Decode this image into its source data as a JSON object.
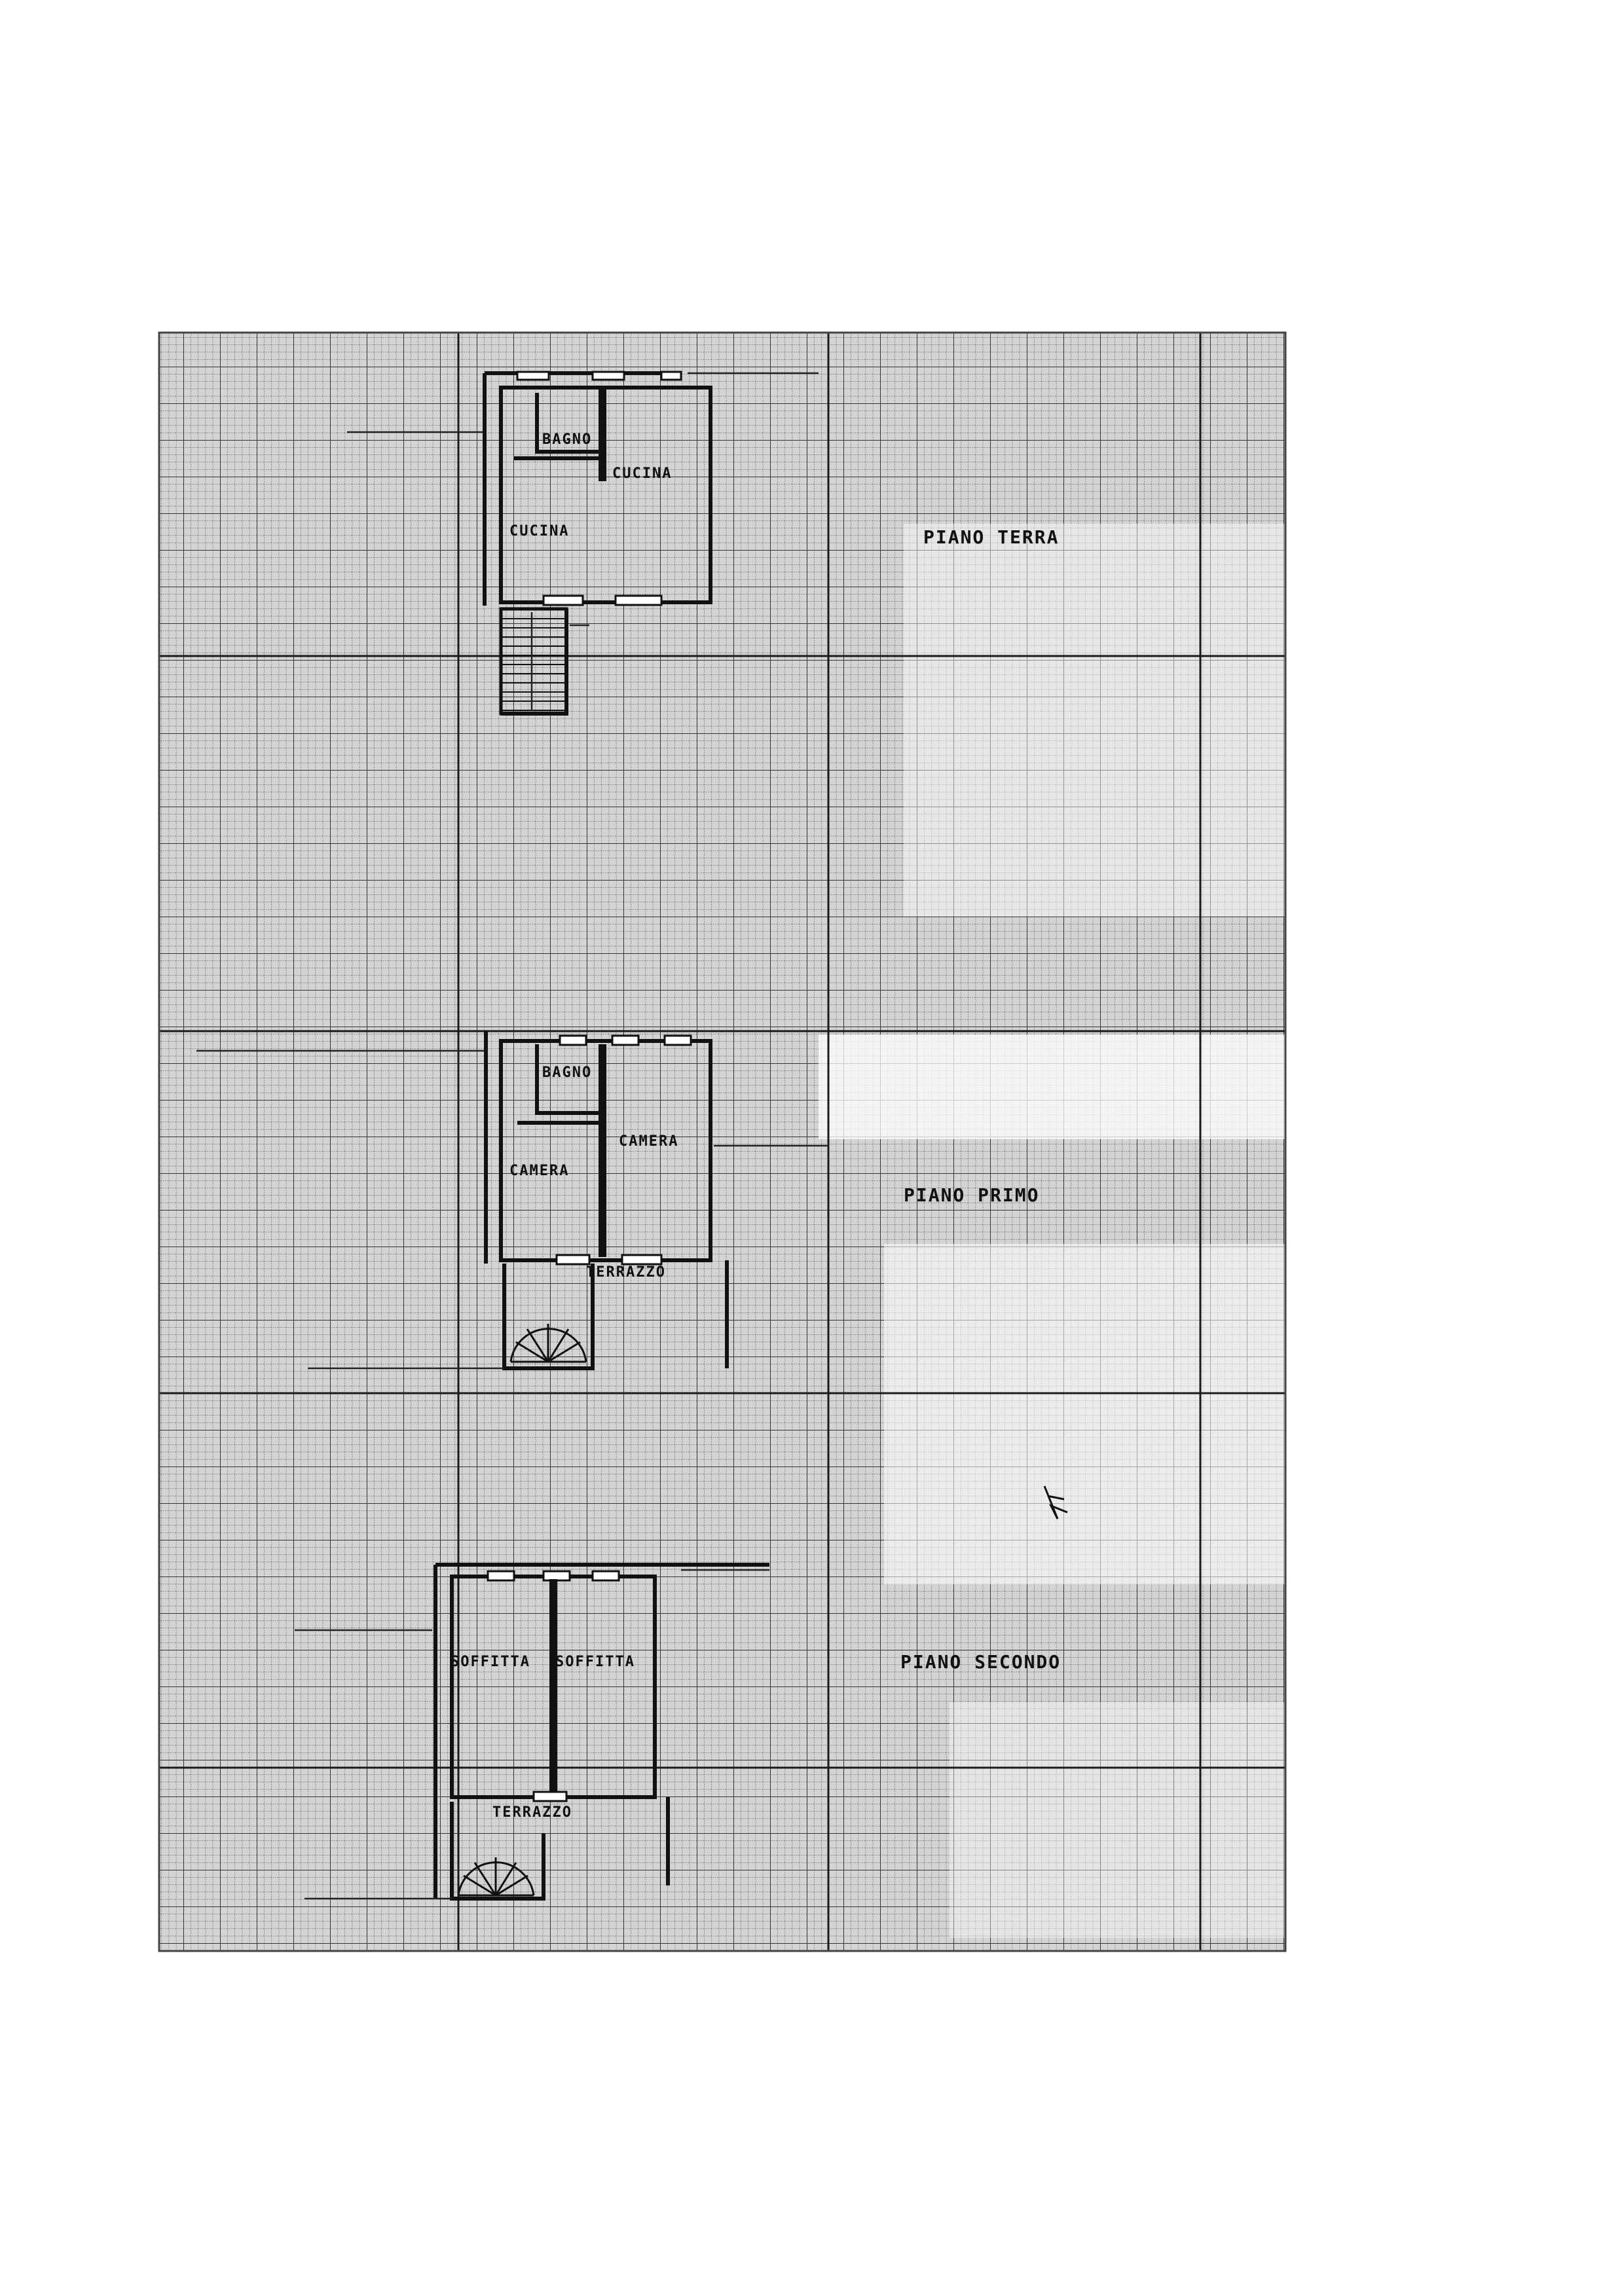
{
  "colors": {
    "background": "#ffffff",
    "grid_fill": "#d2d2d2",
    "grid_minor": "#555555",
    "grid_major": "#1a1a1a",
    "ink": "#111111"
  },
  "floors": {
    "ground": {
      "label": "PIANO TERRA",
      "rooms": [
        "BAGNO",
        "CUCINA",
        "CUCINA"
      ]
    },
    "first": {
      "label": "PIANO PRIMO",
      "rooms": [
        "BAGNO",
        "CAMERA",
        "CAMERA",
        "TERRAZZO"
      ]
    },
    "second": {
      "label": "PIANO SECONDO",
      "rooms": [
        "SOFFITTA",
        "SOFFITTA",
        "TERRAZZO"
      ]
    }
  }
}
